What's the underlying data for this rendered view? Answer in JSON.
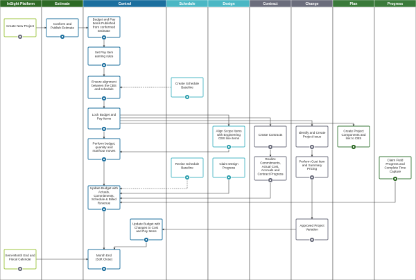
{
  "lanes": [
    {
      "id": "intight",
      "title": "InSight Platform",
      "color": "#2e6a26"
    },
    {
      "id": "estimate",
      "title": "Estimate",
      "color": "#2e6a26"
    },
    {
      "id": "control",
      "title": "Control",
      "color": "#1c6f9e"
    },
    {
      "id": "schedule",
      "title": "Schedule",
      "color": "#4bb7c4"
    },
    {
      "id": "design",
      "title": "Design",
      "color": "#4bb7c4"
    },
    {
      "id": "contract",
      "title": "Contract",
      "color": "#6b6d7c"
    },
    {
      "id": "change",
      "title": "Change",
      "color": "#6b6d7c"
    },
    {
      "id": "plan",
      "title": "Plan",
      "color": "#3a7a3a"
    },
    {
      "id": "progress",
      "title": "Progress",
      "color": "#3a7a3a"
    }
  ],
  "nodes": [
    {
      "id": "create-new-project",
      "lines": [
        "Create New Project"
      ],
      "border": "#9cc43c",
      "badge": "gray-circle"
    },
    {
      "id": "conform-publish-estimate",
      "lines": [
        "Conform and",
        "Publish Estimate"
      ],
      "border": "#1c6f9e",
      "badge": "blue-circle"
    },
    {
      "id": "budget-pay-items",
      "lines": [
        "Budget and Pay",
        "Items Published",
        "from conformed",
        "Estimate"
      ],
      "border": "#1c6f9e",
      "badge": "blue-circle"
    },
    {
      "id": "set-pay-item-rules",
      "lines": [
        "Set Pay Item",
        "earning rules"
      ],
      "border": "#1c6f9e",
      "badge": "blue-circle"
    },
    {
      "id": "ensure-alignment",
      "lines": [
        "Ensure alignment",
        "between the CBS",
        "and schedule"
      ],
      "border": "#1c6f9e",
      "badge": "blue-circle"
    },
    {
      "id": "create-schedule-baseline",
      "lines": [
        "Create Schedule",
        "Baseline"
      ],
      "border": "#4bb7c4",
      "badge": "teal-circle"
    },
    {
      "id": "lock-budget-pay-items",
      "lines": [
        "Lock Budget and",
        "Pay Items"
      ],
      "border": "#1c6f9e",
      "badge": "blue-circle"
    },
    {
      "id": "align-scope-items",
      "lines": [
        "Align Scope Items",
        "with Engineering",
        "CBS line items"
      ],
      "border": "#4bb7c4",
      "badge": "teal-circle"
    },
    {
      "id": "create-contracts",
      "lines": [
        "Create Contracts"
      ],
      "border": "#6b6d7c",
      "badge": "gray-circle"
    },
    {
      "id": "identify-create-project-issue",
      "lines": [
        "Identify and Create",
        "Project Issue"
      ],
      "border": "#6b6d7c",
      "badge": "gray-circle"
    },
    {
      "id": "create-project-components",
      "lines": [
        "Create Project",
        "Components and",
        "link to CBS"
      ],
      "border": "#3a7a3a",
      "badge": "green-circle"
    },
    {
      "id": "perform-budget-quantity",
      "lines": [
        "Perform budget,",
        "quantity and",
        "manhour moves"
      ],
      "border": "#1c6f9e",
      "badge": "blue-circle"
    },
    {
      "id": "revise-schedule-baseline",
      "lines": [
        "Revise Schedule",
        "Baseline"
      ],
      "border": "#4bb7c4",
      "badge": "teal-circle"
    },
    {
      "id": "claim-design-progress",
      "lines": [
        "Claim Design",
        "Progress"
      ],
      "border": "#4bb7c4",
      "badge": "teal-circle"
    },
    {
      "id": "realize-commitments",
      "lines": [
        "Realize",
        "Commitments,",
        "Actual Cost,",
        "Accruals and",
        "Contract Progress"
      ],
      "border": "#6b6d7c",
      "badge": "gray-circle"
    },
    {
      "id": "perform-cost-item-pricing",
      "lines": [
        "Perform Cost Item",
        "and Summary",
        "Pricing"
      ],
      "border": "#6b6d7c",
      "badge": "gray-circle"
    },
    {
      "id": "claim-field-progress",
      "lines": [
        "Claim Field",
        "Progress and",
        "Complete Time",
        "Capture"
      ],
      "border": "#3a7a3a",
      "badge": "green-circle"
    },
    {
      "id": "update-budget-actuals",
      "lines": [
        "Update Budget with",
        "Actuals,",
        "Commitments,",
        "Schedule & Billed",
        "Revenue"
      ],
      "border": "#1c6f9e",
      "badge": "blue-circle"
    },
    {
      "id": "update-budget-changes",
      "lines": [
        "Update Budget with",
        "Changes to Cost",
        "and Pay Items"
      ],
      "border": "#1c6f9e",
      "badge": "blue-circle"
    },
    {
      "id": "approved-project-variation",
      "lines": [
        "Approved Project",
        "Variation"
      ],
      "border": "#6b6d7c",
      "badge": "gray-circle"
    },
    {
      "id": "semi-month-end",
      "lines": [
        "Semi-Month End and",
        "Fiscal Calendar"
      ],
      "border": "#9cc43c",
      "badge": "gray-circle"
    },
    {
      "id": "month-end",
      "lines": [
        "Month End",
        "(Soft Close)"
      ],
      "border": "#1c6f9e",
      "badge": "blue-circle"
    }
  ],
  "edges": [
    {
      "from": "create-new-project",
      "to": "conform-publish-estimate",
      "style": "solid"
    },
    {
      "from": "conform-publish-estimate",
      "to": "budget-pay-items",
      "style": "solid"
    },
    {
      "from": "budget-pay-items",
      "to": "set-pay-item-rules",
      "style": "solid"
    },
    {
      "from": "set-pay-item-rules",
      "to": "ensure-alignment",
      "style": "solid"
    },
    {
      "from": "create-schedule-baseline",
      "to": "ensure-alignment",
      "style": "dashed"
    },
    {
      "from": "ensure-alignment",
      "to": "lock-budget-pay-items",
      "style": "solid"
    },
    {
      "from": "lock-budget-pay-items",
      "to": "align-scope-items",
      "style": "solid"
    },
    {
      "from": "lock-budget-pay-items",
      "to": "create-contracts",
      "style": "solid"
    },
    {
      "from": "lock-budget-pay-items",
      "to": "identify-create-project-issue",
      "style": "solid"
    },
    {
      "from": "lock-budget-pay-items",
      "to": "create-project-components",
      "style": "solid"
    },
    {
      "from": "lock-budget-pay-items",
      "to": "perform-budget-quantity",
      "style": "solid"
    },
    {
      "from": "align-scope-items",
      "to": "perform-budget-quantity",
      "style": "solid"
    },
    {
      "from": "identify-create-project-issue",
      "to": "perform-cost-item-pricing",
      "style": "solid"
    },
    {
      "from": "create-contracts",
      "to": "realize-commitments",
      "style": "solid"
    },
    {
      "from": "perform-budget-quantity",
      "to": "update-budget-actuals",
      "style": "solid"
    },
    {
      "from": "revise-schedule-baseline",
      "to": "update-budget-actuals",
      "style": "dashed"
    },
    {
      "from": "claim-design-progress",
      "to": "update-budget-actuals",
      "style": "solid"
    },
    {
      "from": "realize-commitments",
      "to": "update-budget-actuals",
      "style": "solid"
    },
    {
      "from": "claim-field-progress",
      "to": "update-budget-actuals",
      "style": "solid"
    },
    {
      "from": "perform-cost-item-pricing",
      "to": "approved-project-variation",
      "style": "solid"
    },
    {
      "from": "approved-project-variation",
      "to": "update-budget-changes",
      "style": "solid"
    },
    {
      "from": "update-budget-changes",
      "to": "month-end",
      "style": "solid"
    },
    {
      "from": "update-budget-actuals",
      "to": "month-end",
      "style": "solid"
    },
    {
      "from": "semi-month-end",
      "to": "month-end",
      "style": "solid"
    }
  ],
  "colors": {
    "edge": "#333333",
    "lane_divider": "#555555",
    "lane_title_text": "#ffffff"
  }
}
